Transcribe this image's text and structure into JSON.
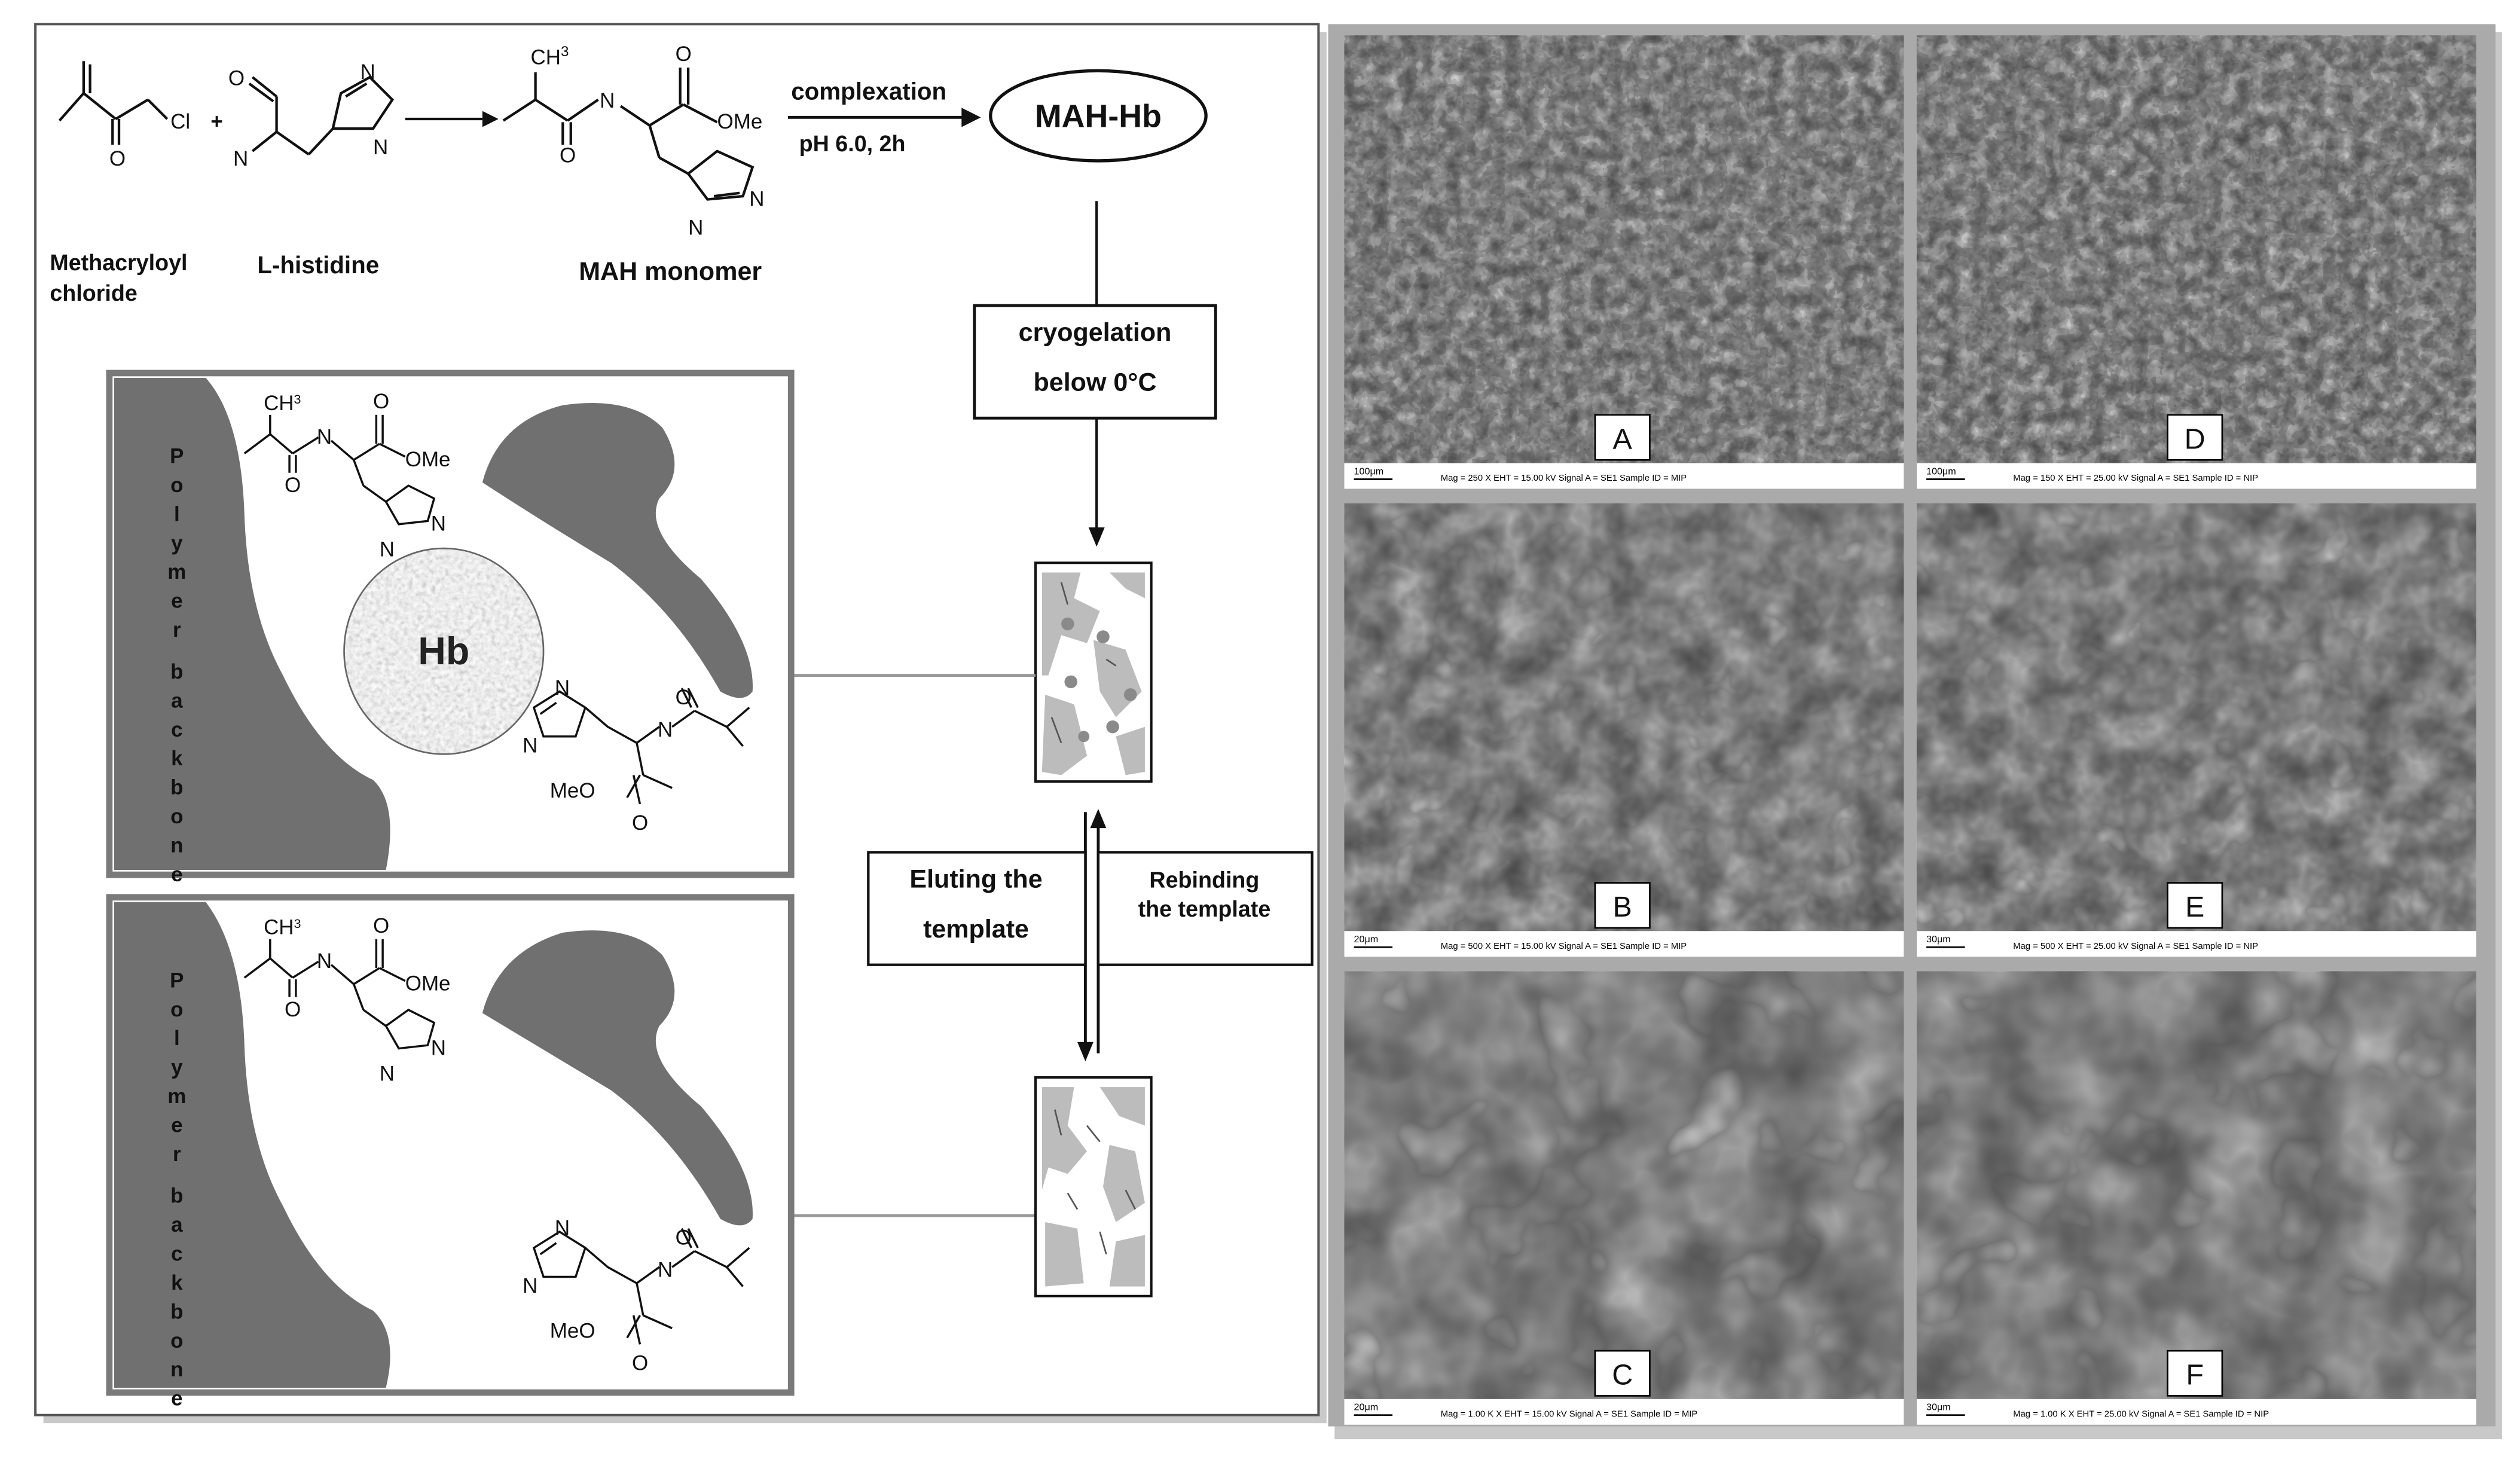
{
  "synthesis": {
    "cl": "Cl",
    "plus": "+",
    "o": "O",
    "n": "N",
    "ch3": "CH",
    "three": "3",
    "ome": "OMe",
    "reactant1_line1": "Methacryloyl",
    "reactant1_line2": "chloride",
    "reactant2": "L-histidine",
    "product": "MAH monomer",
    "step1_top": "complexation",
    "step1_bottom": "pH 6.0, 2h",
    "complex": "MAH-Hb"
  },
  "process": {
    "cryo_line1": "cryogelation",
    "cryo_line2": "below 0°C",
    "elute_line1": "Eluting the",
    "elute_line2": "template",
    "rebind_line1": "Rebinding",
    "rebind_line2": "the template"
  },
  "cavity": {
    "backbone_letters": [
      "P",
      "o",
      "l",
      "y",
      "m",
      "e",
      "r",
      "b",
      "a",
      "c",
      "k",
      "b",
      "o",
      "n",
      "e"
    ],
    "protein_label": "Hb",
    "meo": "MeO",
    "n": "N",
    "o": "O"
  },
  "sem": {
    "panels": [
      {
        "label": "A",
        "scalebar": "100μm",
        "info": "Mag =   250 X    EHT = 15.00 kV    Signal A = SE1        Sample ID = MIP"
      },
      {
        "label": "D",
        "scalebar": "100μm",
        "info": "Mag =   150 X    EHT = 25.00 kV    Signal A = SE1        Sample ID = NIP"
      },
      {
        "label": "B",
        "scalebar": "20μm",
        "info": "Mag =   500 X    EHT = 15.00 kV    Signal A = SE1        Sample ID = MIP"
      },
      {
        "label": "E",
        "scalebar": "30μm",
        "info": "Mag =   500 X    EHT = 25.00 kV    Signal A = SE1        Sample ID = NIP"
      },
      {
        "label": "C",
        "scalebar": "20μm",
        "info": "Mag =  1.00 K X  EHT = 15.00 kV    Signal A = SE1        Sample ID = MIP"
      },
      {
        "label": "F",
        "scalebar": "30μm",
        "info": "Mag =  1.00 K X  EHT = 25.00 kV    Signal A = SE1        Sample ID = NIP"
      }
    ]
  }
}
